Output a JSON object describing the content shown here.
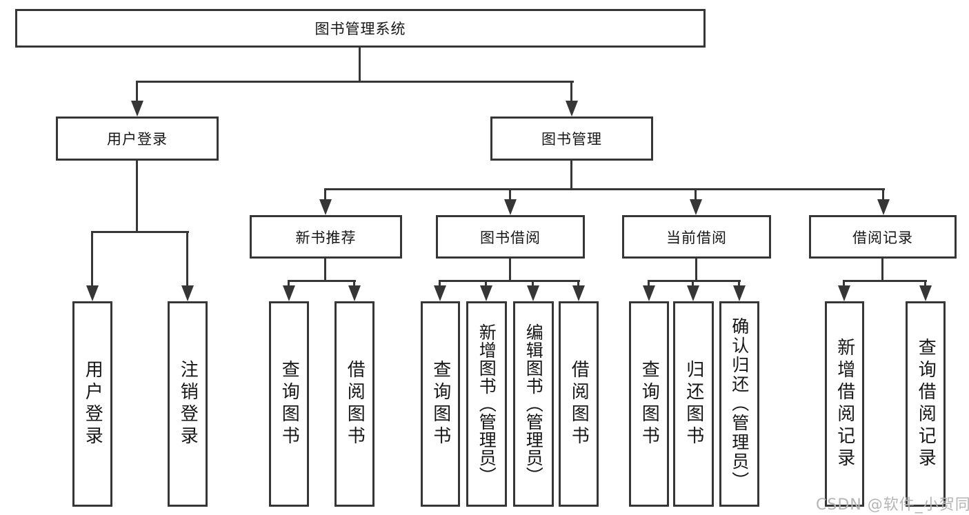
{
  "colors": {
    "background": "#ffffff",
    "line": "#363636",
    "text": "#161616",
    "watermark": "#b5b5b5"
  },
  "tree": {
    "root": {
      "label": "图书管理系统"
    },
    "branches": [
      {
        "label": "用户登录",
        "children": [
          "用户登录",
          "注销登录"
        ]
      },
      {
        "label": "图书管理",
        "groups": [
          {
            "label": "新书推荐",
            "children": [
              "查询图书",
              "借阅图书"
            ]
          },
          {
            "label": "图书借阅",
            "children": [
              "查询图书",
              "新增图书（管理员）",
              "编辑图书（管理员）",
              "借阅图书"
            ]
          },
          {
            "label": "当前借阅",
            "children": [
              "查询图书",
              "归还图书",
              "确认归还（管理员）"
            ]
          },
          {
            "label": "借阅记录",
            "children": [
              "新增借阅记录",
              "查询借阅记录"
            ]
          }
        ]
      }
    ]
  },
  "watermark": "CSDN @软件_小贺同学"
}
